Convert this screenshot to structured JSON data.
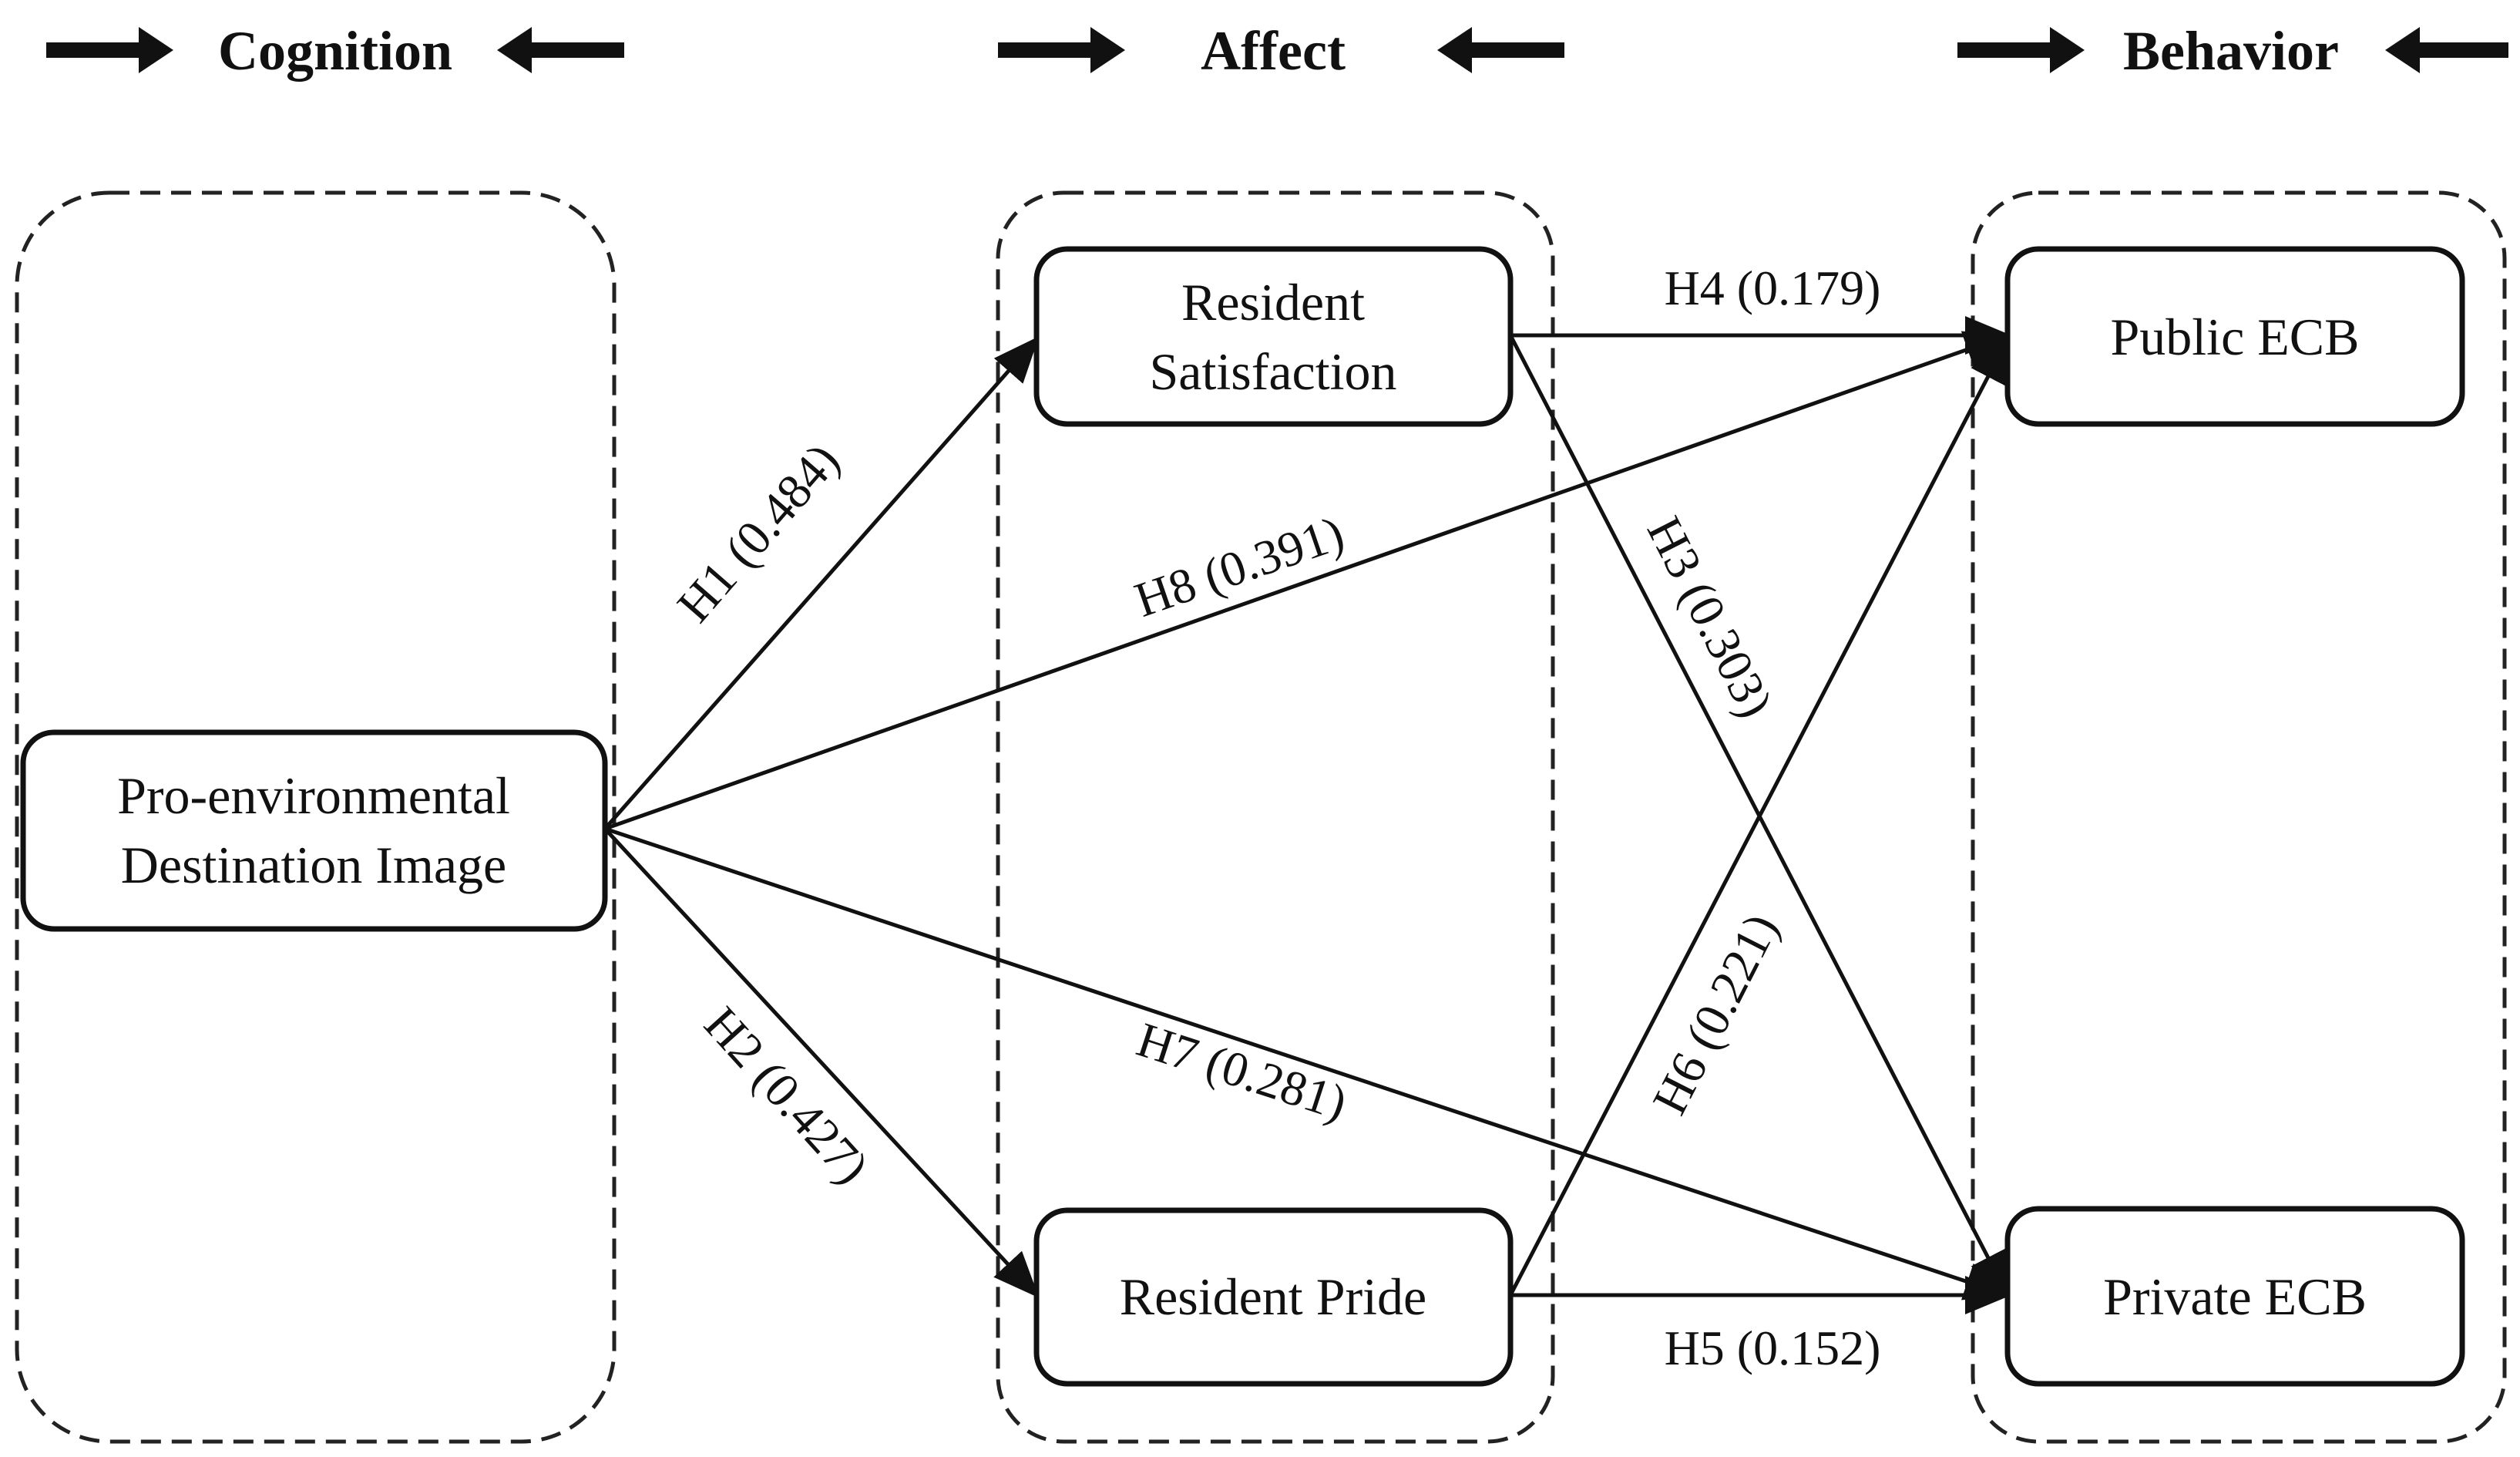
{
  "headers": {
    "cognition": "Cognition",
    "affect": "Affect",
    "behavior": "Behavior"
  },
  "nodes": {
    "image": {
      "line1": "Pro-environmental",
      "line2": "Destination Image"
    },
    "satisfaction": {
      "line1": "Resident",
      "line2": "Satisfaction"
    },
    "pride": {
      "line1": "Resident Pride"
    },
    "public_ecb": {
      "line1": "Public ECB"
    },
    "private_ecb": {
      "line1": "Private ECB"
    }
  },
  "edges": {
    "h1": {
      "label": "H1 (0.484)",
      "from": "Pro-environmental Destination Image",
      "to": "Resident Satisfaction"
    },
    "h2": {
      "label": "H2 (0.427)",
      "from": "Pro-environmental Destination Image",
      "to": "Resident Pride"
    },
    "h3": {
      "label": "H3 (0.303)",
      "from": "Resident Satisfaction",
      "to": "Private ECB"
    },
    "h4": {
      "label": "H4 (0.179)",
      "from": "Resident Satisfaction",
      "to": "Public ECB"
    },
    "h5": {
      "label": "H5 (0.152)",
      "from": "Resident Pride",
      "to": "Private ECB"
    },
    "h6": {
      "label": "H6 (0.221)",
      "from": "Resident Pride",
      "to": "Public ECB"
    },
    "h7": {
      "label": "H7 (0.281)",
      "from": "Pro-environmental Destination Image",
      "to": "Private ECB"
    },
    "h8": {
      "label": "H8 (0.391)",
      "from": "Pro-environmental Destination Image",
      "to": "Public ECB"
    }
  },
  "colors": {
    "stroke": "#111111",
    "background": "#ffffff"
  }
}
